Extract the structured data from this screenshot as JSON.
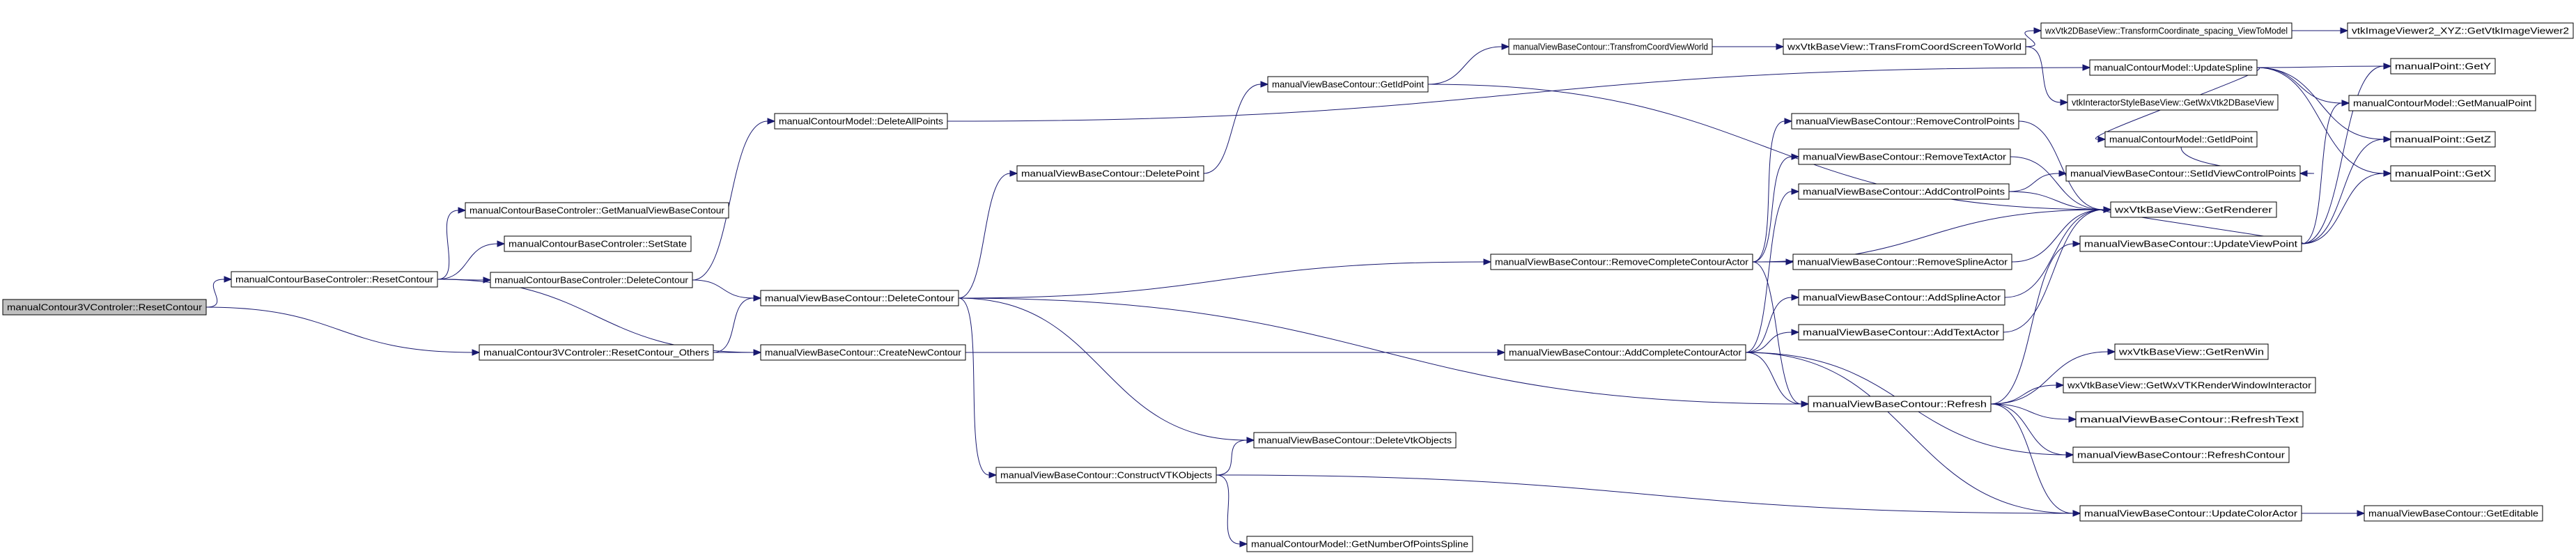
{
  "graph": {
    "title": "",
    "edge_color": "#191970",
    "root_fill": "#bfbfbf",
    "nodes": [
      {
        "id": "n0",
        "label": "manualContour3VControler::ResetContour",
        "root": true
      },
      {
        "id": "n1",
        "label": "manualContourBaseControler::ResetContour"
      },
      {
        "id": "n2",
        "label": "manualContour3VControler::ResetContour_Others"
      },
      {
        "id": "n3",
        "label": "manualContourBaseControler::GetManualViewBaseContour"
      },
      {
        "id": "n4",
        "label": "manualContourBaseControler::SetState"
      },
      {
        "id": "n5",
        "label": "manualContourBaseControler::DeleteContour"
      },
      {
        "id": "n6",
        "label": "manualContourModel::DeleteAllPoints"
      },
      {
        "id": "n7",
        "label": "manualViewBaseContour::DeleteContour"
      },
      {
        "id": "n8",
        "label": "manualViewBaseContour::CreateNewContour"
      },
      {
        "id": "n9",
        "label": "manualViewBaseContour::DeletePoint"
      },
      {
        "id": "n10",
        "label": "manualViewBaseContour::GetIdPoint"
      },
      {
        "id": "n11",
        "label": "manualViewBaseContour::RemoveCompleteContourActor"
      },
      {
        "id": "n12",
        "label": "manualViewBaseContour::AddCompleteContourActor"
      },
      {
        "id": "n13",
        "label": "manualViewBaseContour::DeleteVtkObjects"
      },
      {
        "id": "n14",
        "label": "manualViewBaseContour::ConstructVTKObjects"
      },
      {
        "id": "n15",
        "label": "manualContourModel::GetNumberOfPointsSpline"
      },
      {
        "id": "n16",
        "label": "manualViewBaseContour::TransfromCoordViewWorld"
      },
      {
        "id": "n17",
        "label": "wxVtkBaseView::TransFromCoordScreenToWorld"
      },
      {
        "id": "n18",
        "label": "wxVtk2DBaseView::TransformCoordinate_spacing_ViewToModel"
      },
      {
        "id": "n19",
        "label": "vtkImageViewer2_XYZ::GetVtkImageViewer2"
      },
      {
        "id": "n20",
        "label": "manualContourModel::UpdateSpline"
      },
      {
        "id": "n21",
        "label": "vtkInteractorStyleBaseView::GetWxVtk2DBaseView"
      },
      {
        "id": "n22",
        "label": "manualContourModel::GetIdPoint"
      },
      {
        "id": "n23",
        "label": "manualViewBaseContour::RemoveControlPoints"
      },
      {
        "id": "n24",
        "label": "manualViewBaseContour::RemoveTextActor"
      },
      {
        "id": "n25",
        "label": "manualViewBaseContour::AddControlPoints"
      },
      {
        "id": "n26",
        "label": "manualViewBaseContour::RemoveSplineActor"
      },
      {
        "id": "n27",
        "label": "manualViewBaseContour::AddSplineActor"
      },
      {
        "id": "n28",
        "label": "manualViewBaseContour::AddTextActor"
      },
      {
        "id": "n29",
        "label": "manualViewBaseContour::Refresh"
      },
      {
        "id": "n30",
        "label": "manualViewBaseContour::SetIdViewControlPoints"
      },
      {
        "id": "n31",
        "label": "wxVtkBaseView::GetRenderer"
      },
      {
        "id": "n32",
        "label": "manualViewBaseContour::UpdateViewPoint"
      },
      {
        "id": "n33",
        "label": "wxVtkBaseView::GetRenWin"
      },
      {
        "id": "n34",
        "label": "wxVtkBaseView::GetWxVTKRenderWindowInteractor"
      },
      {
        "id": "n35",
        "label": "manualViewBaseContour::RefreshText"
      },
      {
        "id": "n36",
        "label": "manualViewBaseContour::RefreshContour"
      },
      {
        "id": "n37",
        "label": "manualViewBaseContour::UpdateColorActor"
      },
      {
        "id": "n38",
        "label": "manualViewBaseContour::GetEditable"
      },
      {
        "id": "n39",
        "label": "manualPoint::GetY"
      },
      {
        "id": "n40",
        "label": "manualContourModel::GetManualPoint"
      },
      {
        "id": "n41",
        "label": "manualPoint::GetZ"
      },
      {
        "id": "n42",
        "label": "manualPoint::GetX"
      }
    ],
    "edges": [
      [
        "n0",
        "n1"
      ],
      [
        "n0",
        "n2"
      ],
      [
        "n1",
        "n3"
      ],
      [
        "n1",
        "n4"
      ],
      [
        "n1",
        "n5"
      ],
      [
        "n1",
        "n8"
      ],
      [
        "n2",
        "n7"
      ],
      [
        "n2",
        "n8"
      ],
      [
        "n5",
        "n6"
      ],
      [
        "n5",
        "n7"
      ],
      [
        "n7",
        "n9"
      ],
      [
        "n7",
        "n11"
      ],
      [
        "n7",
        "n13"
      ],
      [
        "n7",
        "n14"
      ],
      [
        "n7",
        "n29"
      ],
      [
        "n8",
        "n12"
      ],
      [
        "n9",
        "n10"
      ],
      [
        "n10",
        "n16"
      ],
      [
        "n10",
        "n31"
      ],
      [
        "n16",
        "n17"
      ],
      [
        "n17",
        "n18"
      ],
      [
        "n17",
        "n21"
      ],
      [
        "n18",
        "n19"
      ],
      [
        "n11",
        "n23"
      ],
      [
        "n11",
        "n24"
      ],
      [
        "n11",
        "n26"
      ],
      [
        "n11",
        "n31"
      ],
      [
        "n11",
        "n29"
      ],
      [
        "n12",
        "n25"
      ],
      [
        "n12",
        "n27"
      ],
      [
        "n12",
        "n28"
      ],
      [
        "n12",
        "n29"
      ],
      [
        "n12",
        "n36"
      ],
      [
        "n12",
        "n37"
      ],
      [
        "n14",
        "n13"
      ],
      [
        "n14",
        "n15"
      ],
      [
        "n14",
        "n37"
      ],
      [
        "n23",
        "n31"
      ],
      [
        "n24",
        "n31"
      ],
      [
        "n25",
        "n30"
      ],
      [
        "n25",
        "n31"
      ],
      [
        "n26",
        "n31"
      ],
      [
        "n27",
        "n31"
      ],
      [
        "n28",
        "n31"
      ],
      [
        "n29",
        "n32"
      ],
      [
        "n29",
        "n33"
      ],
      [
        "n29",
        "n34"
      ],
      [
        "n29",
        "n35"
      ],
      [
        "n29",
        "n36"
      ],
      [
        "n29",
        "n37"
      ],
      [
        "n6",
        "n20"
      ],
      [
        "n20",
        "n22"
      ],
      [
        "n20",
        "n39"
      ],
      [
        "n20",
        "n40"
      ],
      [
        "n20",
        "n41"
      ],
      [
        "n20",
        "n42"
      ],
      [
        "n22",
        "n30"
      ],
      [
        "n32",
        "n31"
      ],
      [
        "n32",
        "n39"
      ],
      [
        "n32",
        "n40"
      ],
      [
        "n32",
        "n41"
      ],
      [
        "n32",
        "n42"
      ],
      [
        "n37",
        "n38"
      ]
    ]
  }
}
